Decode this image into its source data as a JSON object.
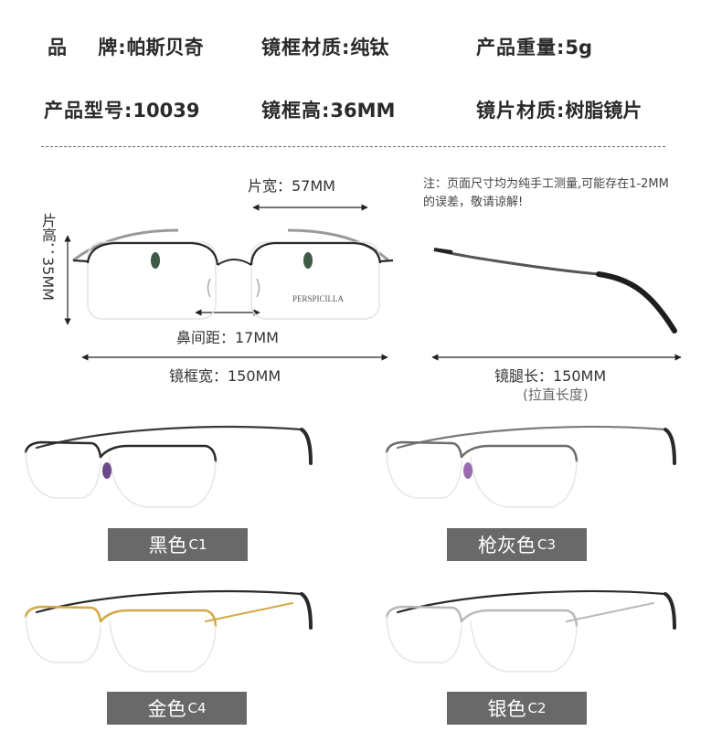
{
  "specs": {
    "brand": {
      "label": "品    牌:",
      "value": "帕斯贝奇"
    },
    "frame_material": {
      "label": "镜框材质:",
      "value": "纯钛"
    },
    "weight": {
      "label": "产品重量:",
      "value": "5g"
    },
    "model": {
      "label": "产品型号:",
      "value": "10039"
    },
    "frame_height": {
      "label": "镜框高:",
      "value": "36MM"
    },
    "lens_material": {
      "label": "镜片材质:",
      "value": "树脂镜片"
    }
  },
  "dimensions": {
    "lens_width": "片宽：57MM",
    "lens_height": "片高：35MM",
    "bridge": "鼻间距：17MM",
    "frame_width": "镜框宽：150MM",
    "temple_length": "镜腿长：150MM",
    "temple_note": "(拉直长度)"
  },
  "note": "注：页面尺寸均为纯手工测量,可能存在1-2MM的误差，敬请谅解!",
  "brand_print": "PERSPICILLA",
  "colors": [
    {
      "name": "黑色",
      "code": "C1",
      "frame_color": "#2a2a2a"
    },
    {
      "name": "枪灰色",
      "code": "C3",
      "frame_color": "#6d6d6d"
    },
    {
      "name": "金色",
      "code": "C4",
      "frame_color": "#d4a843"
    },
    {
      "name": "银色",
      "code": "C2",
      "frame_color": "#b9b9b9"
    }
  ]
}
